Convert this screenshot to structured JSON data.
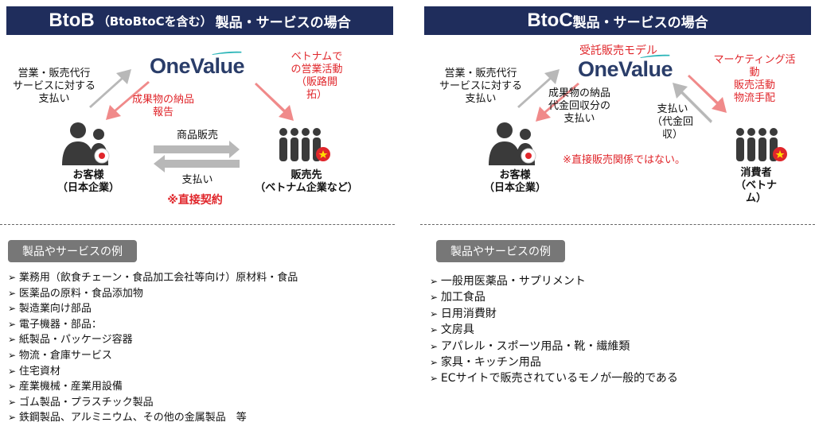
{
  "left": {
    "banner": {
      "big": "BtoB",
      "small": "（BtoBtoCを含む）",
      "rest": "製品・サービスの場合"
    },
    "logo": "OneValue",
    "payment_agency": "営業・販売代行\nサービスに対する\n支払い",
    "deliverables": "成果物の納品\n報告",
    "vietnam_sales": "ベトナムで\nの営業活動\n（販路開\n拓）",
    "customer_label": "お客様\n（日本企業）",
    "seller_label": "販売先\n（ベトナム企業など）",
    "product_sales": "商品販売",
    "payment": "支払い",
    "direct_contract": "※直接契約",
    "examples_header": "製品やサービスの例",
    "examples": [
      "業務用（飲食チェーン・食品加工会社等向け）原材料・食品",
      "医薬品の原料・食品添加物",
      "製造業向け部品",
      "電子機器・部品：",
      "紙製品・パッケージ容器",
      "物流・倉庫サービス",
      "住宅資材",
      "産業機械・産業用設備",
      "ゴム製品・プラスチック製品",
      "鉄鋼製品、アルミニウム、その他の金属製品　等"
    ]
  },
  "right": {
    "banner": {
      "big": "BtoC",
      "rest": "製品・サービスの場合"
    },
    "logo": "OneValue",
    "consignment_model": "受託販売モデル",
    "payment_agency": "営業・販売代行\nサービスに対する\n支払い",
    "deliverables": "成果物の納品\n代金回収分の\n支払い",
    "marketing": "マーケティング活\n動\n販売活動\n物流手配",
    "payment_collection": "支払い\n（代金回\n収）",
    "not_direct": "※直接販売関係ではない。",
    "customer_label": "お客様\n（日本企業）",
    "consumer_label": "消費者\n（ベトナ\nム）",
    "examples_header": "製品やサービスの例",
    "examples": [
      "一般用医薬品・サプリメント",
      "加工食品",
      "日用消費財",
      "文房具",
      "アパレル・スポーツ用品・靴・繊維類",
      "家具・キッチン用品",
      "ECサイトで販売されているモノが一般的である"
    ]
  },
  "colors": {
    "banner": "#1f2d5c",
    "red_text": "#e0262b",
    "pink_arrow": "#f08a8a",
    "gray_arrow": "#b8b8b8",
    "logo": "#2a3d69",
    "logo_swoosh": "#2bb5b8",
    "pill": "#777777",
    "person": "#3a3a3a"
  },
  "icons": [
    "person-pair-japan-flag-icon",
    "crowd-vietnam-flag-icon",
    "onevalue-logo"
  ]
}
